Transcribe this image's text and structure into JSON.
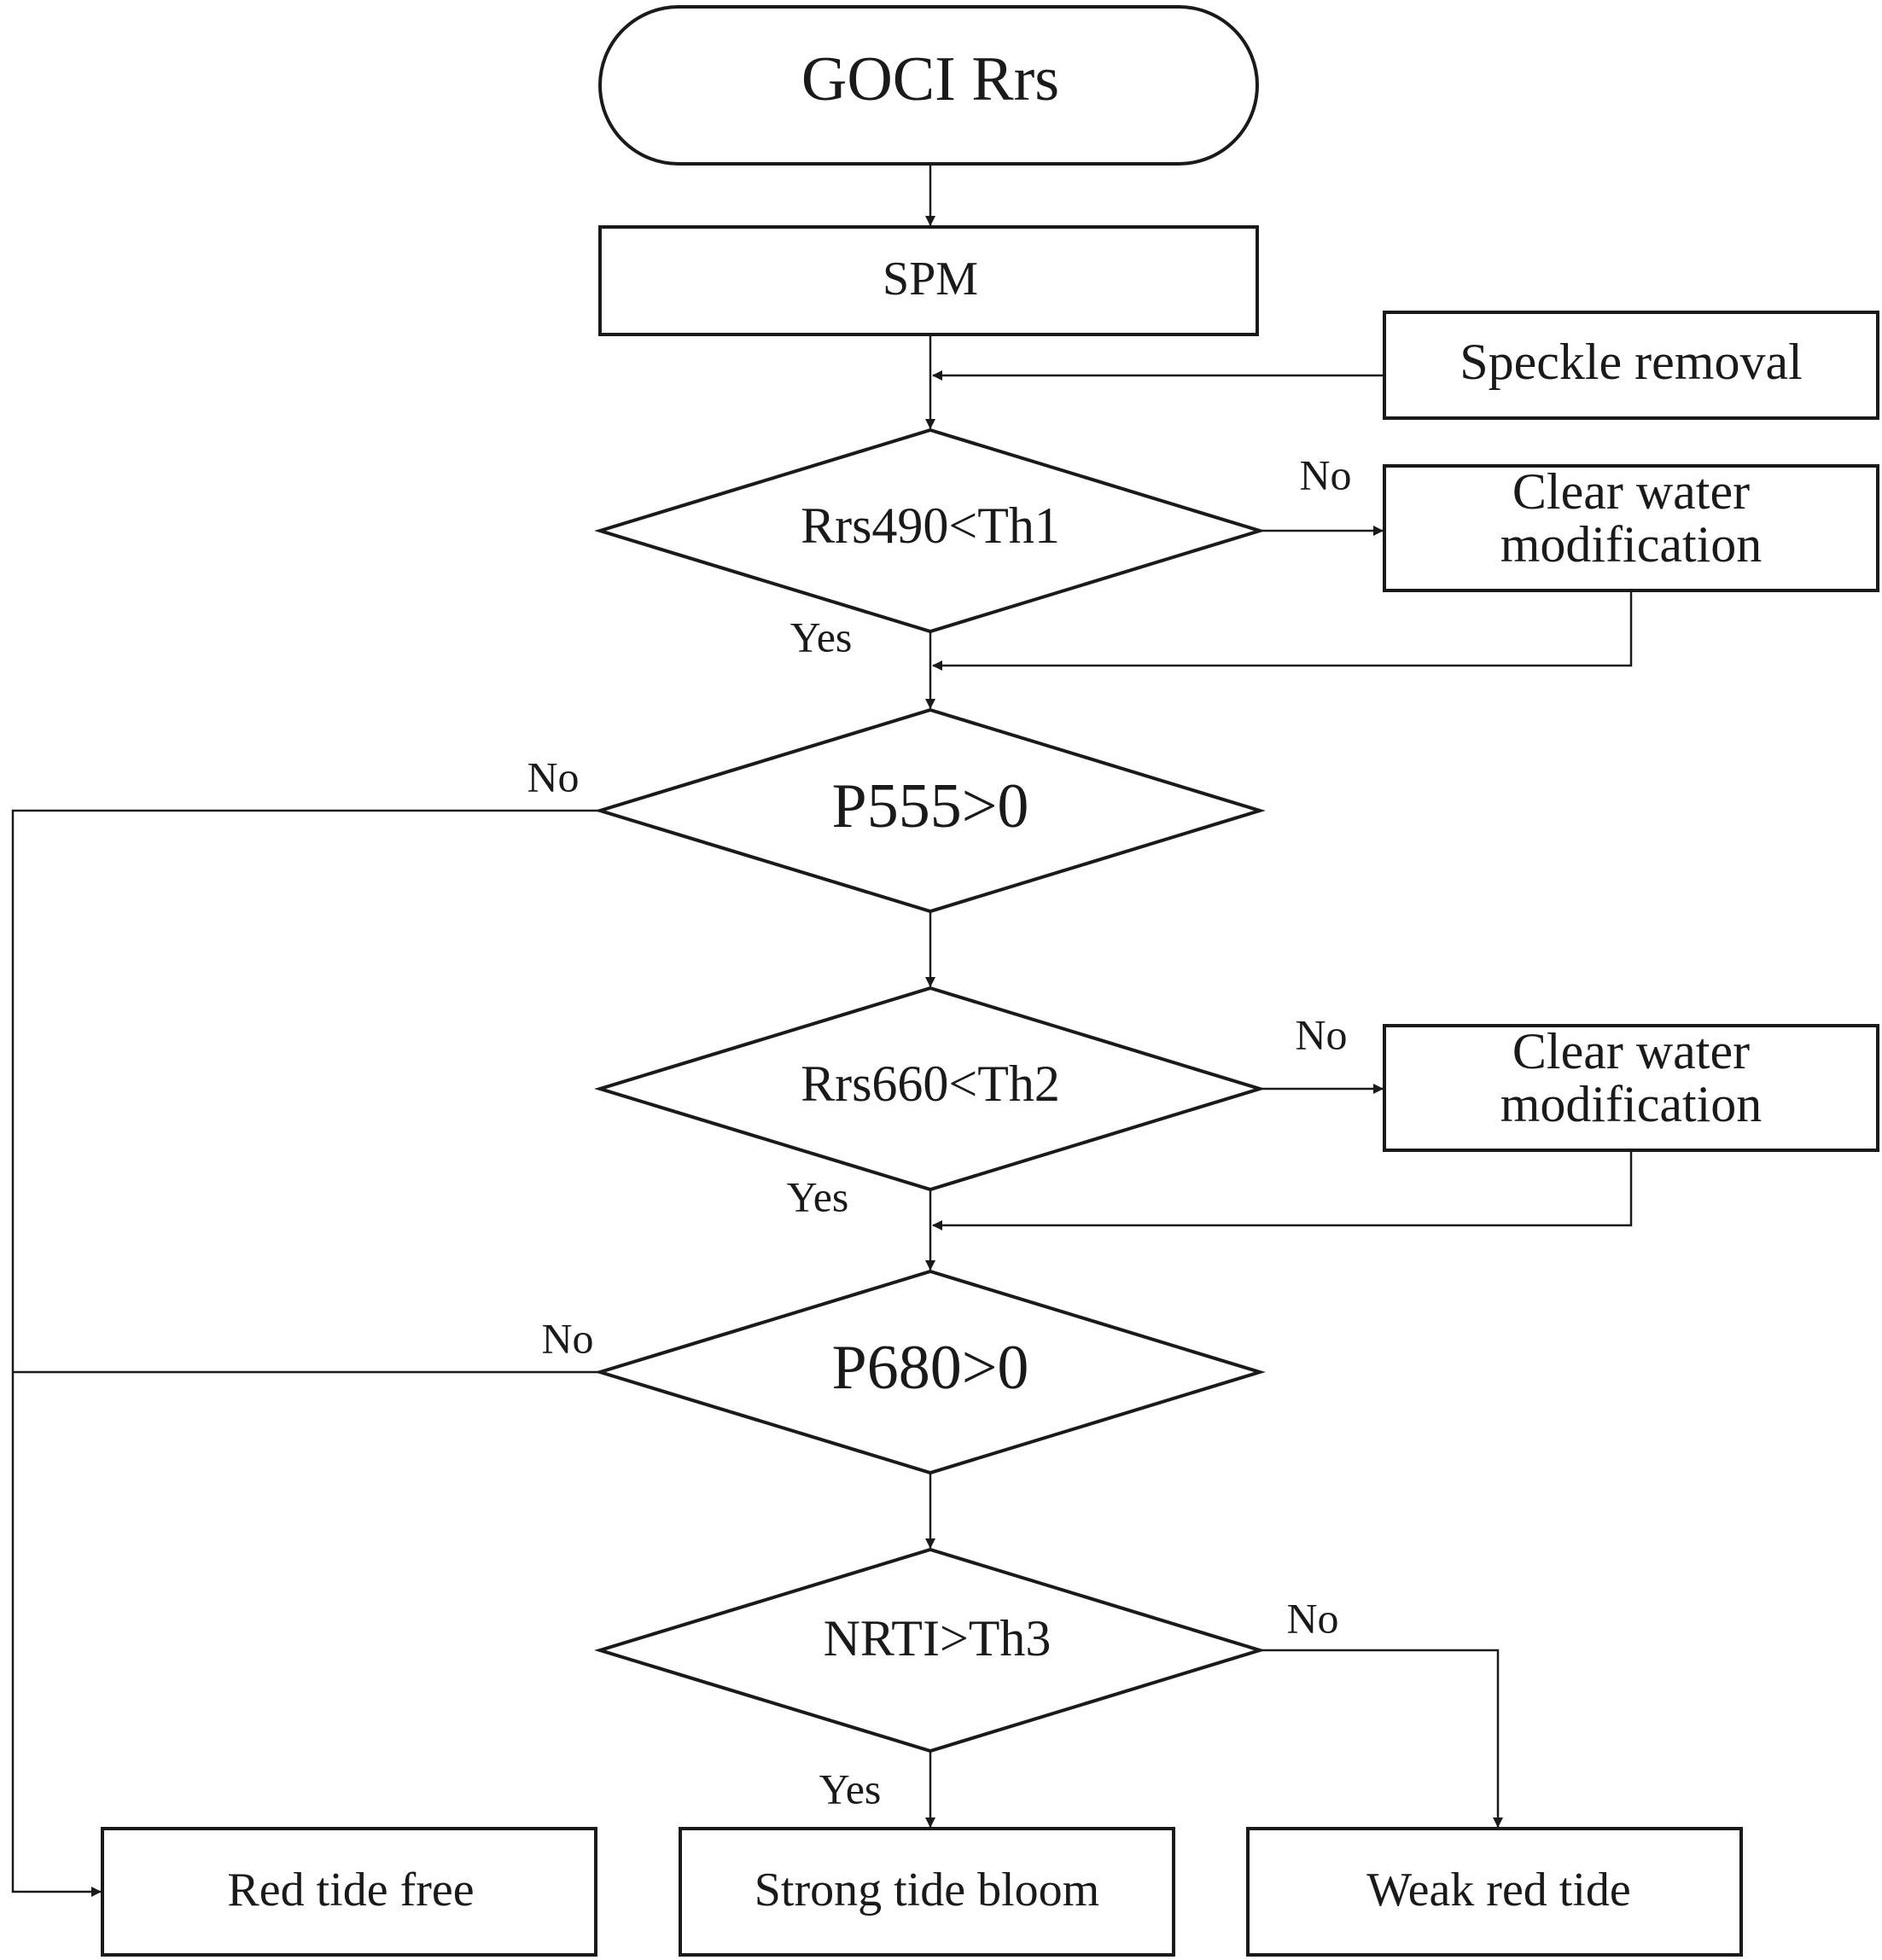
{
  "nodes": {
    "start": "GOCI Rrs",
    "spm": "SPM",
    "speckle": "Speckle removal",
    "d1": "Rrs490<Th1",
    "clear1_l1": "Clear water",
    "clear1_l2": "modification",
    "d2": "P555>0",
    "d3": "Rrs660<Th2",
    "clear2_l1": "Clear water",
    "clear2_l2": "modification",
    "d4": "P680>0",
    "d5": "NRTI>Th3",
    "out_free": "Red tide free",
    "out_strong": "Strong tide bloom",
    "out_weak": "Weak red tide"
  },
  "labels": {
    "d1_no": "No",
    "d1_yes": "Yes",
    "d2_no": "No",
    "d3_no": "No",
    "d3_yes": "Yes",
    "d4_no": "No",
    "d5_no": "No",
    "d5_yes": "Yes"
  }
}
